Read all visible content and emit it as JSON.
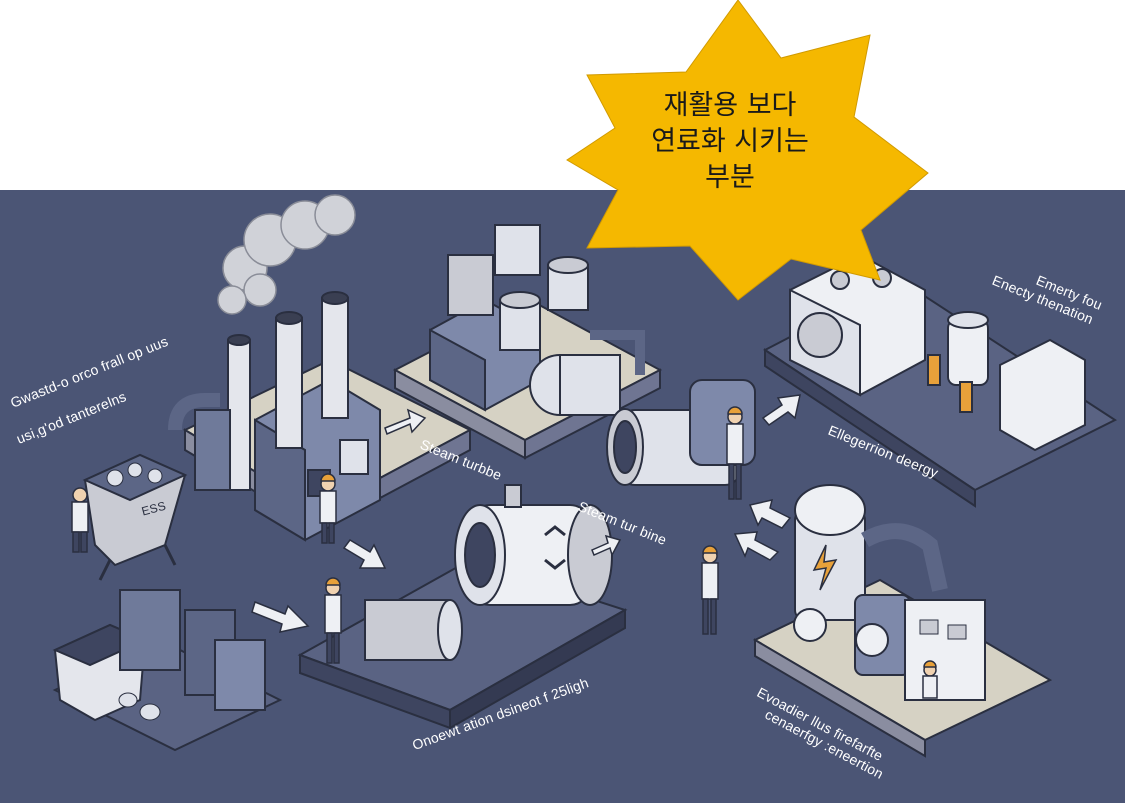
{
  "callout": {
    "lines": [
      "재활용 보다",
      "연료화 시키는",
      "부분"
    ],
    "color": "#f5b800"
  },
  "labels": {
    "waste_intake": [
      "Gwastd-o orco frall op uus",
      "usi,g'od tanterelns"
    ],
    "steam_turbine_top": "Steam turbbe",
    "steam_turbine_mid": "Steam tur bine",
    "energy_top": [
      "Emerty fou",
      "Enecty thenation"
    ],
    "energy_mid": "Ellegerrion deergy",
    "bottom_center": "Onoewt ation dsineot f 25ligh",
    "bottom_right": [
      "Evoadier llus firefarfte",
      "cenaerfgy :eneertion"
    ],
    "bin_sign": "ESS"
  },
  "colors": {
    "background": "#4b5575",
    "platform": "#d6d2c4",
    "machine": "#7e89aa",
    "machine_dark": "#5c6686",
    "metal": "#dfe2ea",
    "accent": "#e8a13a"
  }
}
